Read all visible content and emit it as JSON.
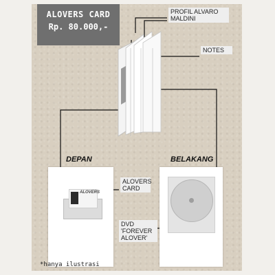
{
  "price_box": {
    "title": "ALOVERS CARD",
    "price": "Rp. 80.000,-"
  },
  "labels": {
    "profil": "PROFIL ALVARO MALDINI",
    "notes": "NOTES",
    "alovers_card": "ALOVERS CARD",
    "dvd": "DVD 'FOREVER ALOVER'"
  },
  "sections": {
    "depan": "DEPAN",
    "belakang": "BELAKANG"
  },
  "card_logo_text": "ALOVERS",
  "footnote": "*hanya ilustrasi",
  "colors": {
    "background": "#d8cfc0",
    "price_box": "#6f6f6f",
    "label_bg": "#eeeeee"
  }
}
